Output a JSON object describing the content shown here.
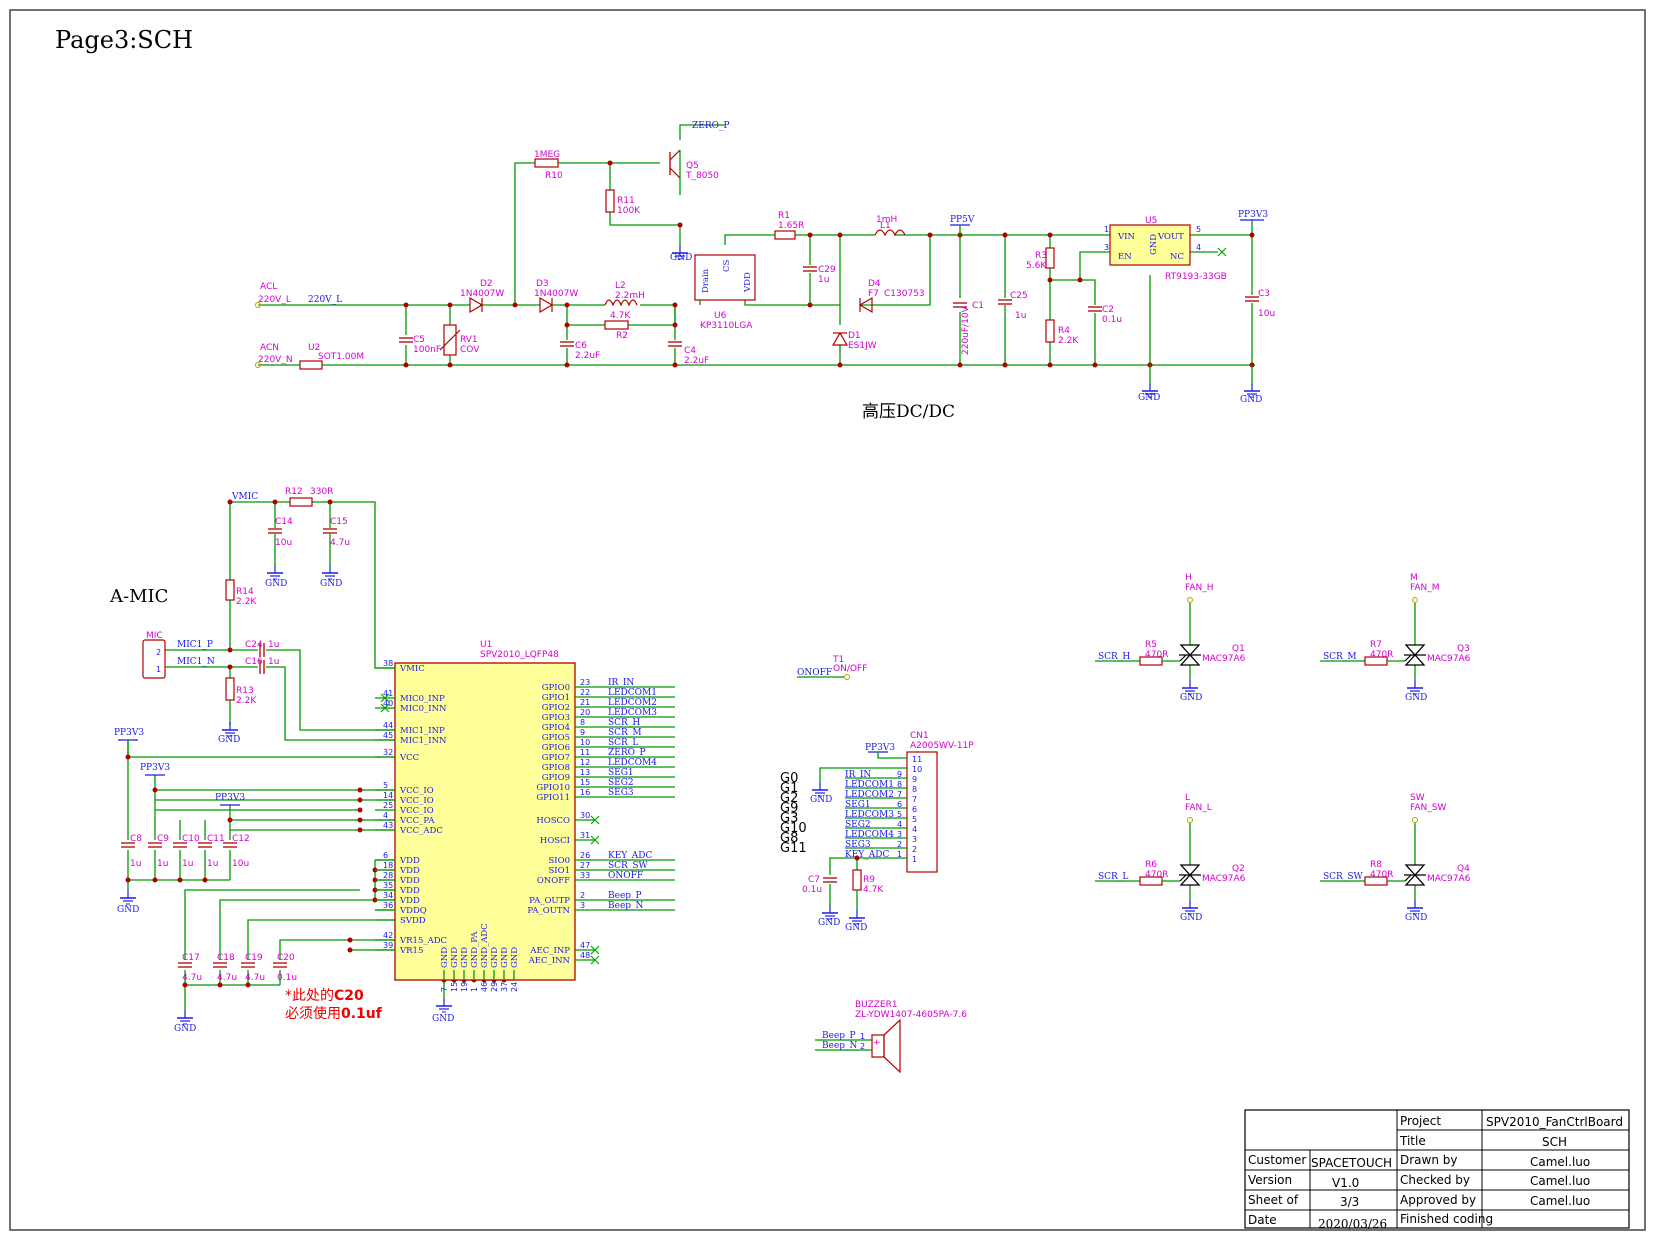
{
  "page_title": "Page3:SCH",
  "section_titles": {
    "hv_dcdc": "高压DC/DC",
    "amic": "A-MIC"
  },
  "note": {
    "line1_prefix": "*此处的",
    "line1_bold": "C20",
    "line2_prefix": "必须使用",
    "line2_bold": "0.1uf"
  },
  "colors": {
    "wire": "#009900",
    "part": "#b00000",
    "ref": "#d400d4",
    "net": "#1a1ae6",
    "ic_fill": "#ffff99",
    "note": "#ee0000",
    "frame": "#444444"
  },
  "power": {
    "acl": "ACL",
    "acl_net": "220V_L",
    "acl_net2": "220V_L",
    "acn": "ACN",
    "acn_net": "220V_N",
    "u2": "U2",
    "u2_val": "SOT1.00M",
    "c5": "C5",
    "c5_val": "100nF",
    "rv1": "RV1",
    "rv1_val": "COV",
    "d2": "D2",
    "d2_val": "1N4007W",
    "d3": "D3",
    "d3_val": "1N4007W",
    "r10": "1MEG",
    "r10_ref": "R10",
    "r11": "R11",
    "r11_val": "100K",
    "q5": "Q5",
    "q5_val": "T_8050",
    "zero_p": "ZERO_P",
    "l2": "L2",
    "l2_val": "2.2mH",
    "r2": "R2",
    "r2_val": "4.7K",
    "c6": "C6",
    "c6_val": "2.2uF",
    "c4": "C4",
    "c4_val": "2.2uF",
    "u6": "U6",
    "u6_val": "KP3110LGA",
    "u6_drain": "Drain",
    "u6_cs": "CS",
    "u6_vdd": "VDD",
    "r1": "R1",
    "r1_val": "1.65R",
    "c29": "C29",
    "c29_val": "1u",
    "d4": "D4",
    "d4_val": "F7",
    "d4_val2": "C130753",
    "d1": "D1",
    "d1_val": "ES1JW",
    "l1": "L1",
    "l1_val": "1mH",
    "pp5v": "PP5V",
    "c1": "C1",
    "c1_val": "220uF/10V",
    "c25": "C25",
    "c25_val": "1u",
    "r3": "R3",
    "r3_val": "5.6K",
    "r4": "R4",
    "r4_val": "2.2K",
    "c2": "C2",
    "c2_val": "0.1u",
    "u5": "U5",
    "u5_val": "RT9193-33GB",
    "u5_vin": "VIN",
    "u5_en": "EN",
    "u5_gnd": "GND",
    "u5_vout": "VOUT",
    "u5_nc": "NC",
    "pp3v3": "PP3V3",
    "c3": "C3",
    "c3_val": "10u",
    "gnd": "GND"
  },
  "mic": {
    "vmic": "VMIC",
    "r12": "R12",
    "r12_val": "330R",
    "c14": "C14",
    "c14_val": "10u",
    "c15": "C15",
    "c15_val": "4.7u",
    "r14": "R14",
    "r14_val": "2.2K",
    "r13": "R13",
    "r13_val": "2.2K",
    "mic": "MIC",
    "mic1_p": "MIC1_P",
    "mic1_n": "MIC1_N",
    "c24": "C24",
    "c24_val": "1u",
    "c16": "C16",
    "c16_val": "1u"
  },
  "mcu": {
    "ref": "U1",
    "val": "SPV2010_LQFP48",
    "left_pins": [
      {
        "num": "38",
        "name": "VMIC"
      },
      {
        "num": "41",
        "name": "MIC0_INP"
      },
      {
        "num": "40",
        "name": "MIC0_INN"
      },
      {
        "num": "44",
        "name": "MIC1_INP"
      },
      {
        "num": "45",
        "name": "MIC1_INN"
      },
      {
        "num": "32",
        "name": "VCC"
      },
      {
        "num": "5",
        "name": "VCC_IO"
      },
      {
        "num": "14",
        "name": "VCC_IO"
      },
      {
        "num": "25",
        "name": "VCC_IO"
      },
      {
        "num": "4",
        "name": "VCC_PA"
      },
      {
        "num": "43",
        "name": "VCC_ADC"
      },
      {
        "num": "6",
        "name": "VDD"
      },
      {
        "num": "18",
        "name": "VDD"
      },
      {
        "num": "28",
        "name": "VDD"
      },
      {
        "num": "35",
        "name": "VDD"
      },
      {
        "num": "34",
        "name": "VDD"
      },
      {
        "num": "36",
        "name": "VDDQ"
      },
      {
        "num": "",
        "name": "SVDD"
      },
      {
        "num": "42",
        "name": "VR15_ADC"
      },
      {
        "num": "39",
        "name": "VR15"
      }
    ],
    "right_pins": [
      {
        "num": "23",
        "name": "GPIO0",
        "net": "IR_IN"
      },
      {
        "num": "22",
        "name": "GPIO1",
        "net": "LEDCOM1"
      },
      {
        "num": "21",
        "name": "GPIO2",
        "net": "LEDCOM2"
      },
      {
        "num": "20",
        "name": "GPIO3",
        "net": "LEDCOM3"
      },
      {
        "num": "8",
        "name": "GPIO4",
        "net": "SCR_H"
      },
      {
        "num": "9",
        "name": "GPIO5",
        "net": "SCR_M"
      },
      {
        "num": "10",
        "name": "GPIO6",
        "net": "SCR_L"
      },
      {
        "num": "11",
        "name": "GPIO7",
        "net": "ZERO_P"
      },
      {
        "num": "12",
        "name": "GPIO8",
        "net": "LEDCOM4"
      },
      {
        "num": "13",
        "name": "GPIO9",
        "net": "SEG1"
      },
      {
        "num": "15",
        "name": "GPIO10",
        "net": "SEG2"
      },
      {
        "num": "16",
        "name": "GPIO11",
        "net": "SEG3"
      },
      {
        "num": "30",
        "name": "HOSCO",
        "net": ""
      },
      {
        "num": "31",
        "name": "HOSCI",
        "net": ""
      },
      {
        "num": "26",
        "name": "SIO0",
        "net": "KEY_ADC"
      },
      {
        "num": "27",
        "name": "SIO1",
        "net": "SCR_SW"
      },
      {
        "num": "33",
        "name": "ONOFF",
        "net": "ONOFF"
      },
      {
        "num": "2",
        "name": "PA_OUTP",
        "net": "Beep_P"
      },
      {
        "num": "3",
        "name": "PA_OUTN",
        "net": "Beep_N"
      },
      {
        "num": "47",
        "name": "AEC_INP",
        "net": ""
      },
      {
        "num": "48",
        "name": "AEC_INN",
        "net": ""
      }
    ],
    "bottom_pins": [
      {
        "num": "7",
        "name": "GND"
      },
      {
        "num": "15",
        "name": "GND"
      },
      {
        "num": "19",
        "name": "GND"
      },
      {
        "num": "1",
        "name": "GND_PA"
      },
      {
        "num": "46",
        "name": "GND_ADC"
      },
      {
        "num": "29",
        "name": "GND"
      },
      {
        "num": "37",
        "name": "GND"
      },
      {
        "num": "24",
        "name": "GND"
      }
    ]
  },
  "supply_caps": [
    {
      "ref": "C8",
      "val": "1u"
    },
    {
      "ref": "C9",
      "val": "1u"
    },
    {
      "ref": "C10",
      "val": "1u"
    },
    {
      "ref": "C11",
      "val": "1u"
    },
    {
      "ref": "C12",
      "val": "10u"
    }
  ],
  "vdd_caps": [
    {
      "ref": "C17",
      "val": "4.7u"
    },
    {
      "ref": "C18",
      "val": "4.7u"
    },
    {
      "ref": "C19",
      "val": "4.7u"
    },
    {
      "ref": "C20",
      "val": "0.1u"
    }
  ],
  "pp3v3_label": "PP3V3",
  "t1": {
    "ref": "T1",
    "val": "ON/OFF",
    "net": "ONOFF"
  },
  "connector": {
    "ref": "CN1",
    "val": "A2005WV-11P",
    "pp3v3": "PP3V3",
    "gnd": "GND",
    "pins": [
      {
        "num": "11",
        "net": ""
      },
      {
        "num": "10",
        "net": ""
      },
      {
        "num": "9",
        "net": "IR_IN",
        "g": "G0"
      },
      {
        "num": "8",
        "net": "LEDCOM1",
        "g": "G1"
      },
      {
        "num": "7",
        "net": "LEDCOM2",
        "g": "G2"
      },
      {
        "num": "6",
        "net": "SEG1",
        "g": "G9"
      },
      {
        "num": "5",
        "net": "LEDCOM3",
        "g": "G3"
      },
      {
        "num": "4",
        "net": "SEG2",
        "g": "G10"
      },
      {
        "num": "3",
        "net": "LEDCOM4",
        "g": "G8"
      },
      {
        "num": "2",
        "net": "SEG3",
        "g": "G11"
      },
      {
        "num": "1",
        "net": "KEY_ADC"
      }
    ],
    "c7": "C7",
    "c7_val": "0.1u",
    "r9": "R9",
    "r9_val": "4.7K"
  },
  "buzzer": {
    "ref": "BUZZER1",
    "val": "ZL-YDW1407-4605PA-7.6",
    "p": "Beep_P",
    "n": "Beep_N"
  },
  "triacs": [
    {
      "top": "H",
      "fan": "FAN_H",
      "scr": "SCR_H",
      "r": "R5",
      "rv": "470R",
      "q": "Q1",
      "qv": "MAC97A6"
    },
    {
      "top": "M",
      "fan": "FAN_M",
      "scr": "SCR_M",
      "r": "R7",
      "rv": "470R",
      "q": "Q3",
      "qv": "MAC97A6"
    },
    {
      "top": "L",
      "fan": "FAN_L",
      "scr": "SCR_L",
      "r": "R6",
      "rv": "470R",
      "q": "Q2",
      "qv": "MAC97A6"
    },
    {
      "top": "SW",
      "fan": "FAN_SW",
      "scr": "SCR_SW",
      "r": "R8",
      "rv": "470R",
      "q": "Q4",
      "qv": "MAC97A6"
    }
  ],
  "title_block": {
    "project_label": "Project",
    "project": "SPV2010_FanCtrlBoard",
    "title_label": "Title",
    "title": "SCH",
    "customer_label": "Customer",
    "customer": "SPACETOUCH",
    "drawn_label": "Drawn by",
    "drawn": "Camel.luo",
    "version_label": "Version",
    "version": "V1.0",
    "checked_label": "Checked by",
    "checked": "Camel.luo",
    "sheet_label": "Sheet of",
    "sheet": "3/3",
    "approved_label": "Approved by",
    "approved": "Camel.luo",
    "date_label": "Date",
    "date": "2020/03/26",
    "finished": "Finished coding"
  }
}
